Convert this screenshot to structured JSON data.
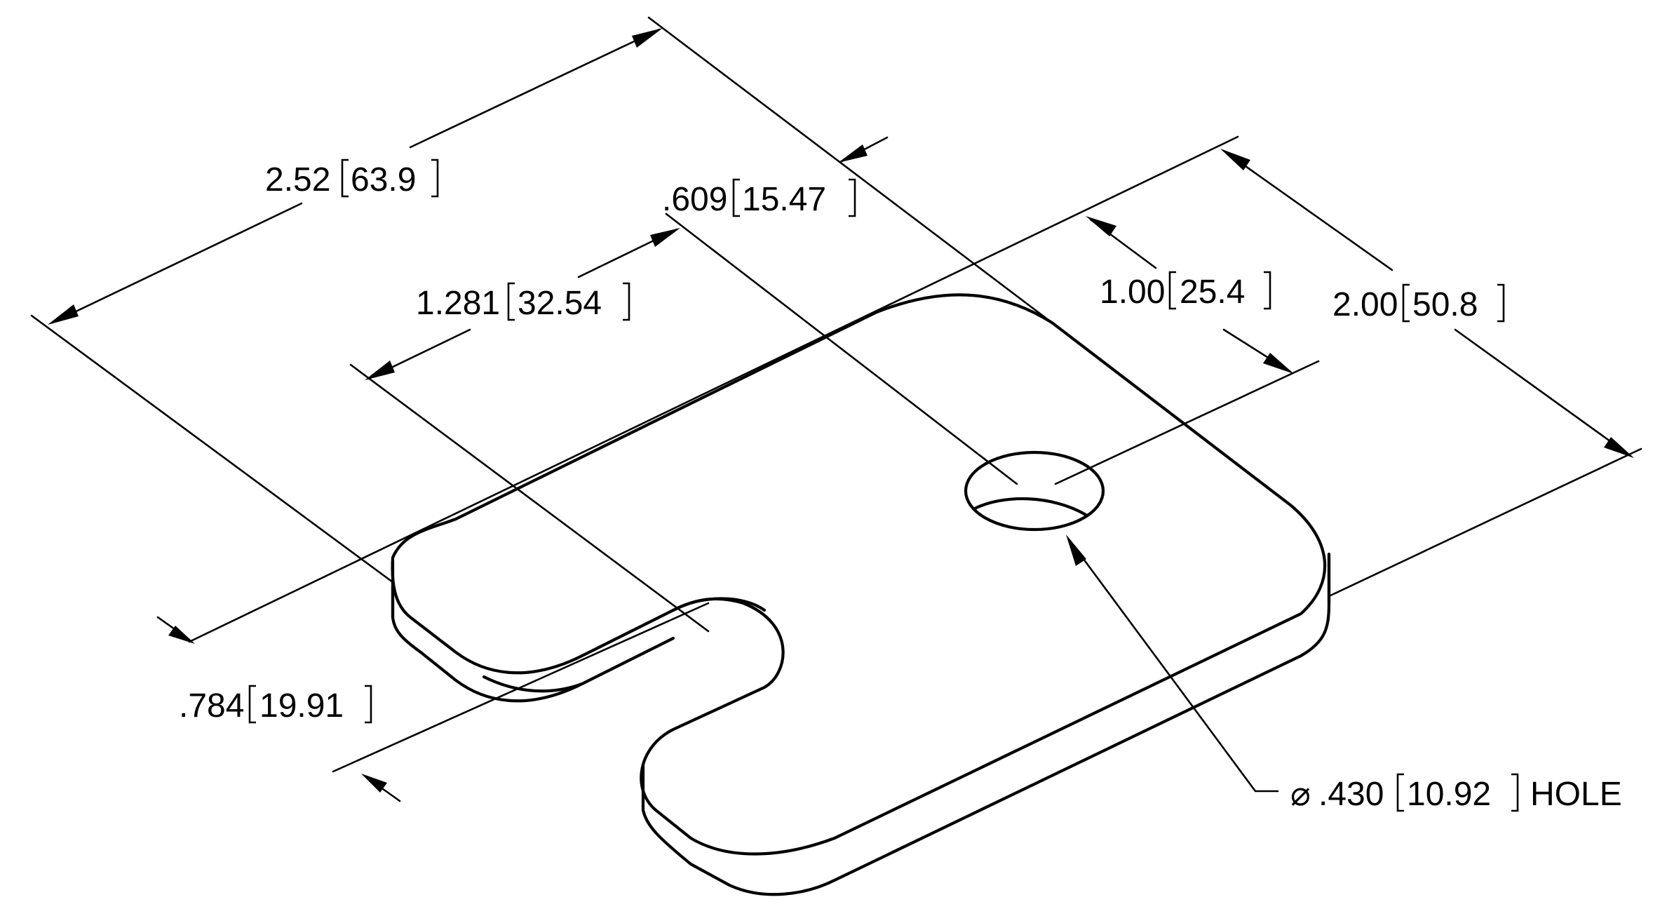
{
  "dimensions": {
    "overall_length": {
      "inch": "2.52",
      "mm": "63.9"
    },
    "slot_center_offset": {
      "inch": "1.281",
      "mm": "32.54"
    },
    "hole_offset_from_end": {
      "inch": ".609",
      "mm": "15.47"
    },
    "hole_offset_from_edge": {
      "inch": "1.00",
      "mm": "25.4"
    },
    "overall_width": {
      "inch": "2.00",
      "mm": "50.8"
    },
    "slot_width": {
      "inch": ".784",
      "mm": "19.91"
    }
  },
  "hole_callout": {
    "symbol": "⌀",
    "inch": ".430",
    "mm": "10.92",
    "suffix": "HOLE"
  },
  "colors": {
    "ink": "#000000",
    "paper": "#ffffff"
  }
}
